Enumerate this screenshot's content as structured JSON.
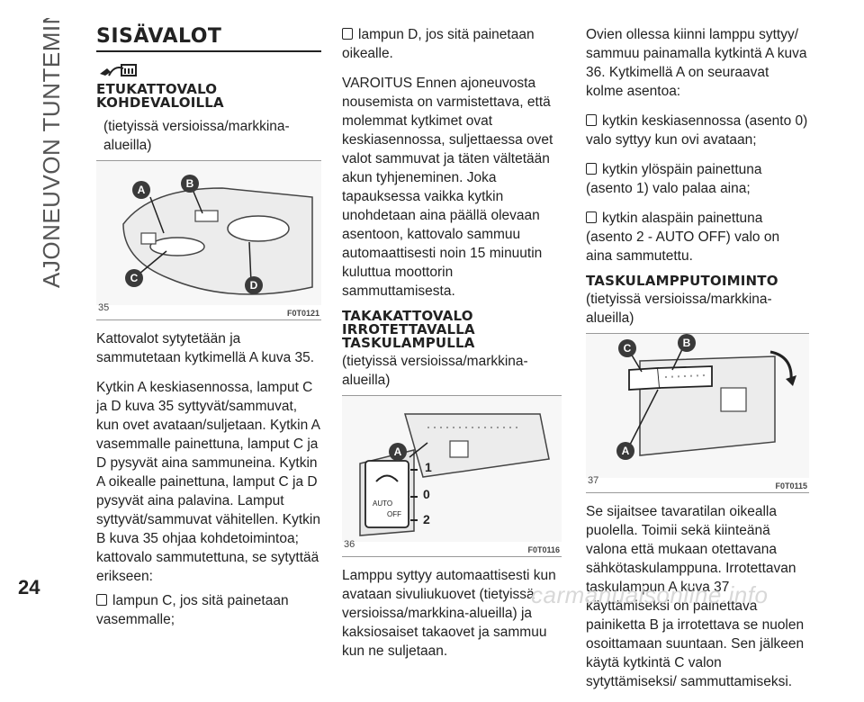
{
  "side_title": "AJONEUVON TUNTEMINEN",
  "page_number": "24",
  "watermark": "carmanualsonline.info",
  "col1": {
    "title": "SISÄVALOT",
    "subtitle": "ETUKATTOVALO KOHDEVALOILLA",
    "note": "(tietyissä versioissa/markkina-alueilla)",
    "figure": {
      "number": "35",
      "code": "F0T0121",
      "labels": [
        "A",
        "B",
        "C",
        "D"
      ]
    },
    "p1": "Kattovalot sytytetään ja sammutetaan kytkimellä A kuva 35.",
    "p2": "Kytkin A keskiasennossa, lamput C ja D kuva 35 syttyvät/sammuvat, kun ovet avataan/suljetaan. Kytkin A vasemmalle painettuna, lamput C ja D pysyvät aina sammuneina. Kytkin A oikealle painettuna, lamput C ja D pysyvät aina palavina. Lamput syttyvät/sammuvat vähitellen. Kytkin B kuva 35 ohjaa kohdetoimintoa; kattovalo sammutettuna, se sytyttää erikseen:",
    "bullet1": "lampun C, jos sitä painetaan vasemmalle;"
  },
  "col2": {
    "bullet2": "lampun D, jos sitä painetaan oikealle.",
    "warning": "VAROITUS Ennen ajoneuvosta nousemista on varmistettava, että molemmat kytkimet ovat keskiasennossa, suljettaessa ovet valot sammuvat ja täten vältetään akun tyhjeneminen. Joka tapauksessa vaikka kytkin unohdetaan aina päällä olevaan asentoon, kattovalo sammuu automaattisesti noin 15 minuutin kuluttua moottorin sammuttamisesta.",
    "heading": "TAKAKATTOVALO IRROTETTAVALLA TASKULAMPULLA",
    "note": "(tietyissä versioissa/markkina-alueilla)",
    "figure": {
      "number": "36",
      "code": "F0T0116",
      "labels": [
        "A",
        "1",
        "0",
        "2",
        "AUTO",
        "OFF"
      ]
    },
    "p1": "Lamppu syttyy automaattisesti kun avataan sivuliukuovet (tietyissä versioissa/markkina-alueilla) ja kaksiosaiset takaovet ja sammuu kun ne suljetaan."
  },
  "col3": {
    "p1": "Ovien ollessa kiinni lamppu syttyy/ sammuu painamalla kytkintä A kuva 36. Kytkimellä A on seuraavat kolme asentoa:",
    "bullets": [
      "kytkin keskiasennossa (asento 0) valo syttyy kun ovi avataan;",
      "kytkin ylöspäin painettuna (asento 1) valo palaa aina;",
      "kytkin alaspäin painettuna (asento 2 - AUTO OFF) valo on aina sammutettu."
    ],
    "heading": "TASKULAMPPUTOIMINTO",
    "note": "(tietyissä versioissa/markkina-alueilla)",
    "figure": {
      "number": "37",
      "code": "F0T0115",
      "labels": [
        "C",
        "B",
        "A"
      ]
    },
    "p2": "Se sijaitsee tavaratilan oikealla puolella. Toimii sekä kiinteänä valona että mukaan otettavana sähkötaskulamppuna. Irrotettavan taskulampun A kuva 37 käyttämiseksi on painettava painiketta B ja irrotettava se nuolen osoittamaan suuntaan. Sen jälkeen käytä kytkintä C valon sytyttämiseksi/ sammuttamiseksi."
  },
  "colors": {
    "text": "#222222",
    "badge": "#3a3a3a",
    "watermark": "#d8d8d8"
  }
}
